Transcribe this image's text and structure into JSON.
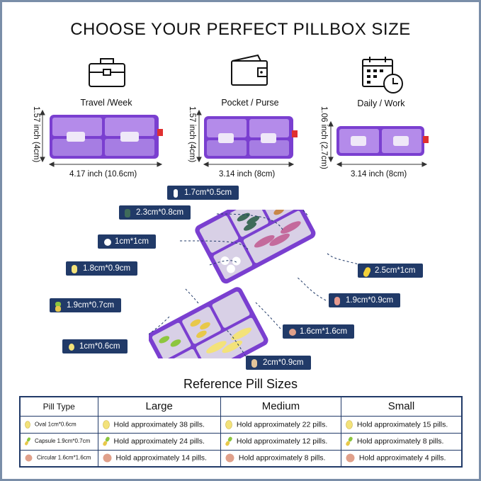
{
  "title": "CHOOSE YOUR PERFECT PILLBOX SIZE",
  "sizes": [
    {
      "label": "Travel /Week",
      "icon": "briefcase-icon",
      "width": "4.17 inch (10.6cm)",
      "height": "1.57 inch (4cm)"
    },
    {
      "label": "Pocket / Purse",
      "icon": "wallet-icon",
      "width": "3.14 inch (8cm)",
      "height": "1.57 inch (4cm)"
    },
    {
      "label": "Daily / Work",
      "icon": "calendar-clock-icon",
      "width": "3.14 inch (8cm)",
      "height": "1.06 inch (2.7cm)"
    }
  ],
  "pill_dims": {
    "a": "1.7cm*0.5cm",
    "b": "2.3cm*0.8cm",
    "c": "1cm*1cm",
    "d": "1.8cm*0.9cm",
    "e": "1.9cm*0.7cm",
    "f": "1cm*0.6cm",
    "g": "2.5cm*1cm",
    "h": "1.9cm*0.9cm",
    "i": "1.6cm*1.6cm",
    "j": "2cm*0.9cm"
  },
  "reference": {
    "title": "Reference Pill Sizes",
    "headers": [
      "Pill Type",
      "Large",
      "Medium",
      "Small"
    ],
    "rows": [
      {
        "type": "Oval 1cm*0.6cm",
        "large": "Hold approximately 38 pills.",
        "medium": "Hold approximately 22 pills.",
        "small": "Hold approximately 15 pills."
      },
      {
        "type": "Capsule 1.9cm*0.7cm",
        "large": "Hold approximately 24 pills.",
        "medium": "Hold approximately 12 pills.",
        "small": "Hold approximately 8 pills."
      },
      {
        "type": "Circular 1.6cm*1.6cm",
        "large": "Hold approximately 14 pills.",
        "medium": "Hold approximately 8 pills.",
        "small": "Hold approximately 4 pills."
      }
    ]
  },
  "colors": {
    "chip": "#213a68",
    "case_purple": "#7a3fd0",
    "case_light": "#b48bea",
    "latch": "#e03030"
  }
}
